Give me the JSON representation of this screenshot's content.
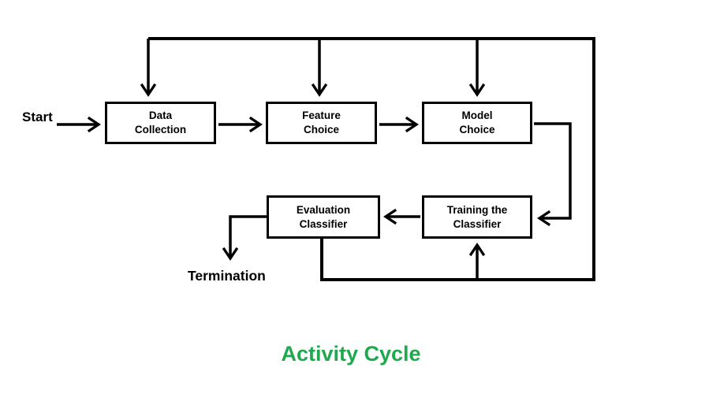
{
  "title": {
    "text": "Activity Cycle",
    "color": "#1fa94f"
  },
  "labels": {
    "start": "Start",
    "termination": "Termination"
  },
  "boxes": {
    "data_collection": {
      "line1": "Data",
      "line2": "Collection"
    },
    "feature_choice": {
      "line1": "Feature",
      "line2": "Choice"
    },
    "model_choice": {
      "line1": "Model",
      "line2": "Choice"
    },
    "evaluation_classifier": {
      "line1": "Evaluation",
      "line2": "Classifier"
    },
    "training_classifier": {
      "line1": "Training the",
      "line2": "Classifier"
    }
  },
  "edges": [
    {
      "from": "start",
      "to": "data-collection"
    },
    {
      "from": "data-collection",
      "to": "feature-choice"
    },
    {
      "from": "feature-choice",
      "to": "model-choice"
    },
    {
      "from": "model-choice",
      "to": "training-the-classifier"
    },
    {
      "from": "training-the-classifier",
      "to": "evaluation-classifier"
    },
    {
      "from": "evaluation-classifier",
      "to": "termination"
    },
    {
      "from": "evaluation-classifier",
      "to": "training-the-classifier"
    },
    {
      "from": "evaluation-classifier",
      "to": "data-collection"
    },
    {
      "from": "evaluation-classifier",
      "to": "feature-choice"
    },
    {
      "from": "evaluation-classifier",
      "to": "model-choice"
    }
  ],
  "colors": {
    "line": "#000000",
    "box_border": "#000000",
    "background": "#ffffff"
  }
}
